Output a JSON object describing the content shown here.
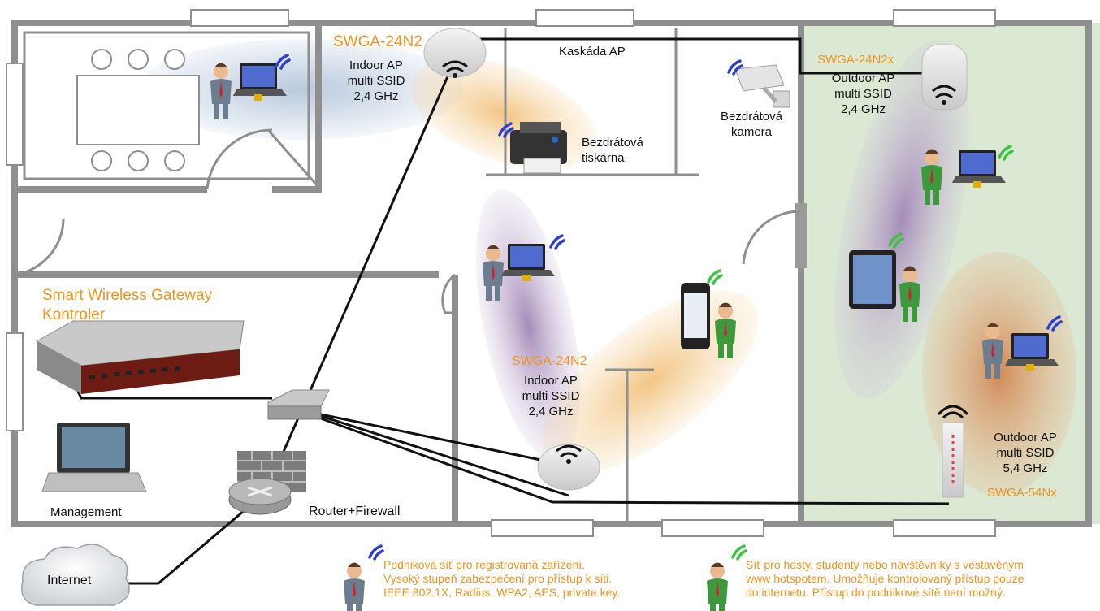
{
  "colors": {
    "accent": "#f0941e",
    "corporate_wifi": "#2c3fd0",
    "guest_wifi": "#3cc43c",
    "guest_zone": "#dbe9d4",
    "wall": "#8f8f8f"
  },
  "ap_indoor_1": {
    "model": "SWGA-24N2",
    "l1": "Indoor AP",
    "l2": "multi SSID",
    "l3": "2,4 GHz"
  },
  "ap_indoor_2": {
    "model": "SWGA-24N2",
    "l1": "Indoor AP",
    "l2": "multi SSID",
    "l3": "2,4 GHz"
  },
  "ap_outdoor_1": {
    "model": "SWGA-24N2x",
    "l1": "Outdoor AP",
    "l2": "multi SSID",
    "l3": "2,4 GHz"
  },
  "ap_outdoor_2": {
    "model": "SWGA-54Nx",
    "l1": "Outdoor AP",
    "l2": "multi SSID",
    "l3": "5,4 GHz"
  },
  "cascade": "Kaskáda AP",
  "printer": {
    "l1": "Bezdrátová",
    "l2": "tiskárna"
  },
  "camera": {
    "l1": "Bezdrátová",
    "l2": "kamera"
  },
  "controller": {
    "l1": "Smart Wireless Gateway",
    "l2": "Kontroler"
  },
  "management": "Management",
  "router": "Router+Firewall",
  "internet": "Internet",
  "legend_corporate": {
    "l1": "Podniková síť pro registrovaná zařízení.",
    "l2": "Vysoký stupeň zabezpečení pro přístup k síti.",
    "l3": "IEEE 802.1X, Radius, WPA2, AES, private key."
  },
  "legend_guest": {
    "l1": "Síť pro hosty, studenty nebo návštěvníky s vestavěným",
    "l2": "www hotspotem. Umožňuje kontrolovaný přístup pouze",
    "l3": "do internetu. Přístup do podnikové sítě není možný."
  }
}
